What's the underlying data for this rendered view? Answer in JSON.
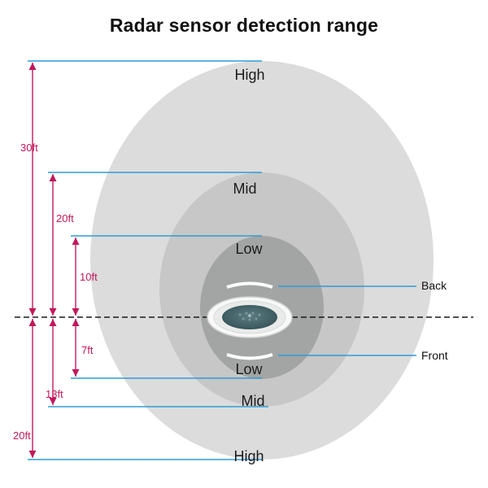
{
  "title": "Radar sensor detection range",
  "ranges": [
    {
      "zone": "High",
      "above": "30ft",
      "below": "20ft"
    },
    {
      "zone": "Mid",
      "above": "20ft",
      "below": "13ft"
    },
    {
      "zone": "Low",
      "above": "10ft",
      "below": "7ft"
    }
  ],
  "side_labels": {
    "back": "Back",
    "front": "Front"
  },
  "colors": {
    "ellipse_high": "#dcdcdc",
    "ellipse_mid": "#c7c7c7",
    "ellipse_low": "#a3a4a4",
    "measurement_text": "#c2185b",
    "arrow": "#c2185b",
    "guide_line": "#2e9bd6",
    "centerline": "#1a1a1a",
    "sensor_body": "#f7f8f7",
    "sensor_core": "#3f5d63"
  }
}
